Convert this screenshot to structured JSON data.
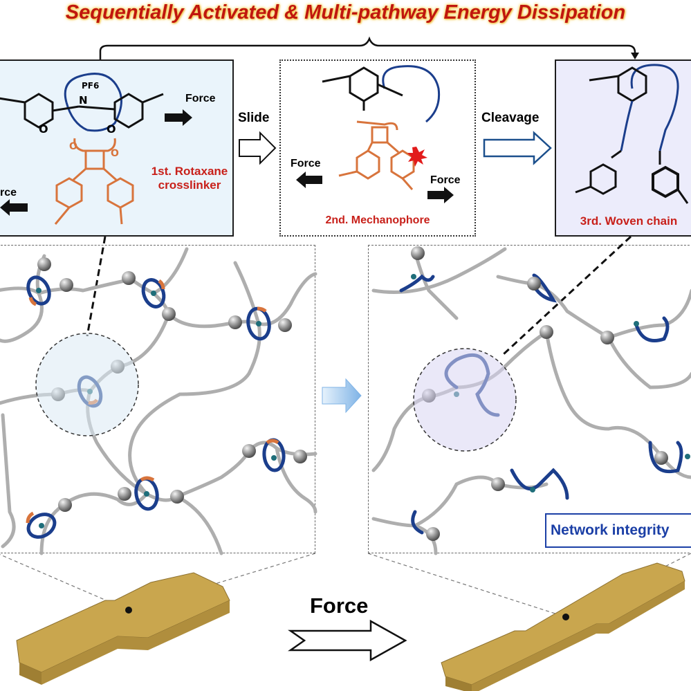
{
  "title": "Sequentially Activated & Multi-pathway Energy Dissipation",
  "panels": {
    "rotaxane": {
      "label_line1": "1st. Rotaxane",
      "label_line2": "crosslinker",
      "counter_ion": "PF6",
      "force_right": "Force",
      "force_left": "rce"
    },
    "mechanophore": {
      "label": "2nd. Mechanophore",
      "force_left": "Force",
      "force_right": "Force"
    },
    "woven": {
      "label": "3rd. Woven chain"
    }
  },
  "steps": {
    "slide": "Slide",
    "cleavage": "Cleavage"
  },
  "network": {
    "integrity_label": "Network integrity"
  },
  "bottom": {
    "force_label": "Force"
  },
  "colors": {
    "title_red": "#c0160e",
    "ring_blue": "#1b3e8c",
    "ring_orange": "#d8743c",
    "panel1_bg": "#eaf4fb",
    "panel3_bg": "#ececfb",
    "specimen": "#c9a64e"
  }
}
